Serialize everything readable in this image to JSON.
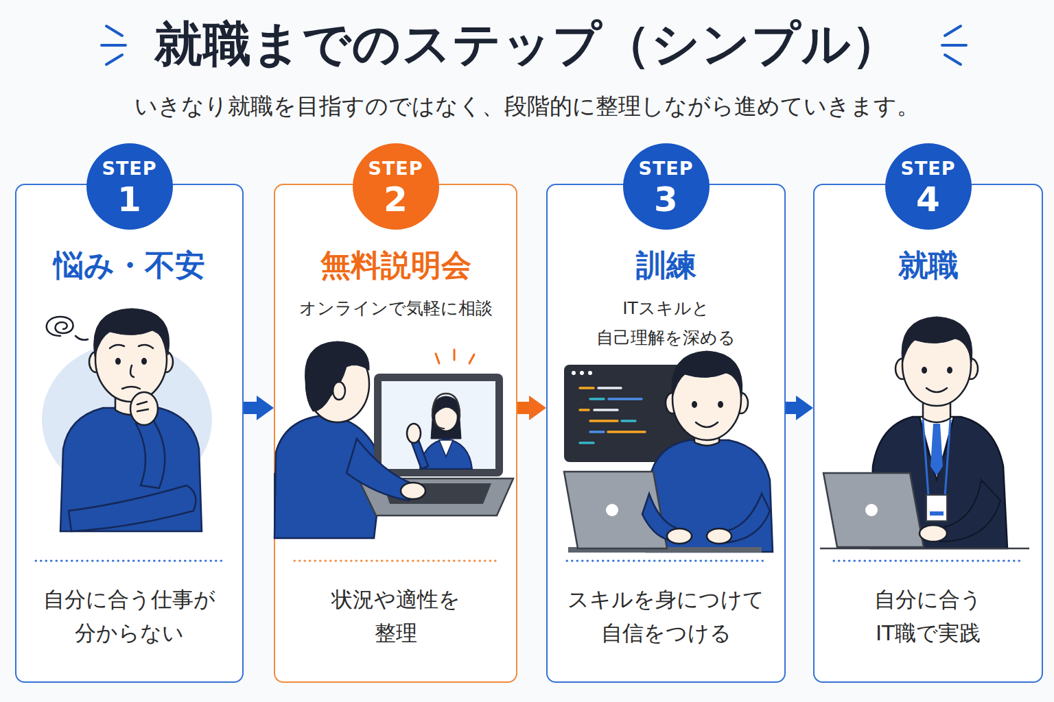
{
  "diagram": {
    "title": "就職までのステップ（シンプル）",
    "nodes": [
      {
        "text": [
          "悩み・不安",
          "自分に合う仕事が 分からない"
        ]
      },
      {
        "text": [
          "STEP",
          "1"
        ],
        "in": 0
      },
      {
        "text": [
          "無料説明会",
          "オンラインで気軽に相談",
          "状況や適性を 整理"
        ]
      },
      {
        "text": [
          "STEP",
          "2"
        ],
        "in": 2
      },
      {
        "text": [
          "訓練",
          "ITスキルと 自己理解を深める",
          "スキルを身につけて 自信をつける"
        ]
      },
      {
        "text": [
          "STEP",
          "3"
        ],
        "in": 4
      },
      {
        "text": [
          "就職",
          "自分に合う IT職で実践"
        ]
      },
      {
        "text": [
          "STEP",
          "4"
        ],
        "in": 6
      }
    ],
    "edges": [
      {
        "from": 0,
        "to": 2,
        "arrow": "to"
      },
      {
        "from": 2,
        "to": 4,
        "arrow": "to"
      },
      {
        "from": 4,
        "to": 6,
        "arrow": "to"
      }
    ],
    "labels": [
      "いきなり就職を目指すのではなく、段階的に整理しながら進めていきます。"
    ]
  }
}
